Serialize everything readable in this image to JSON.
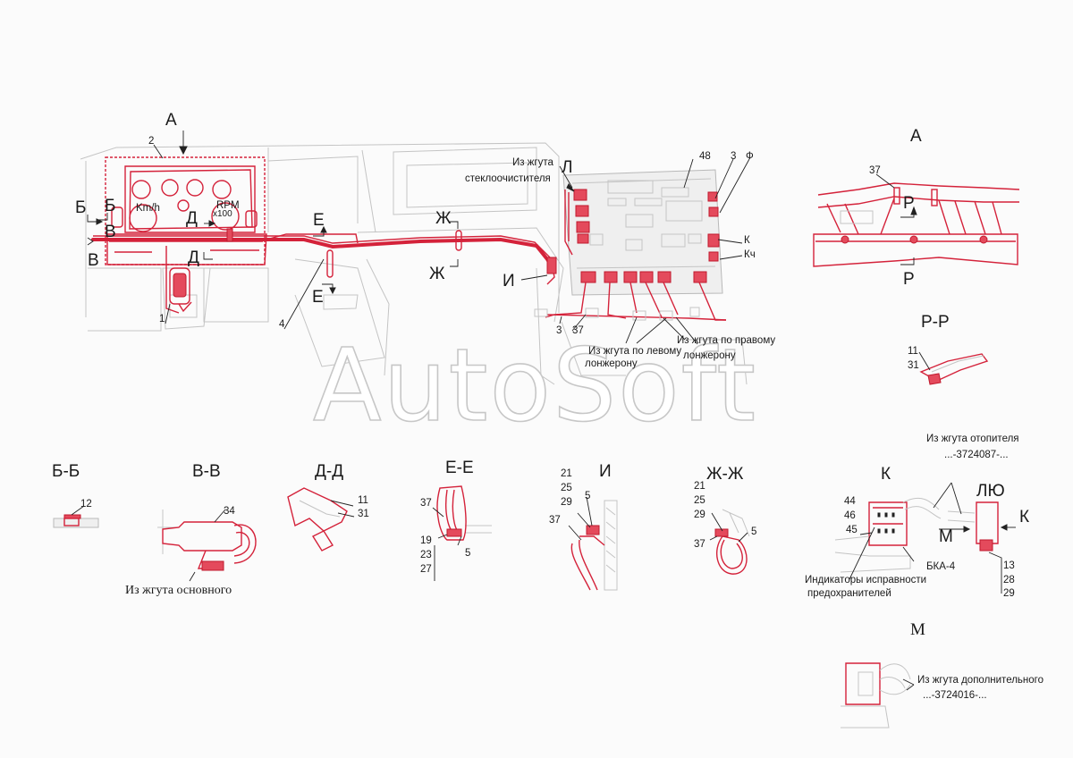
{
  "watermark": "AutoSoft",
  "labels": {
    "view_a_main": "А",
    "num_2": "2",
    "b_top1": "Б",
    "b_top2": "Б",
    "v_1": "В",
    "v_2": "В",
    "d_top": "Д",
    "d_bottom": "Д",
    "e_top": "Е",
    "e_bottom": "Е",
    "zh_top": "Ж",
    "zh_bottom": "Ж",
    "i_label": "И",
    "num_1": "1",
    "num_4": "4",
    "kmh": "Km/h",
    "rpm": "RPM",
    "x100": "x100",
    "from_wiper_1": "Из жгута",
    "from_wiper_2": "стеклоочистителя",
    "l_label": "Л",
    "num_48": "48",
    "num_3": "3",
    "f_label": "Ф",
    "k_label": "К",
    "kch_label": "Кч",
    "num_3b": "3",
    "num_37": "37",
    "left_spar_1": "Из жгута по левому",
    "left_spar_2": "лонжерону",
    "right_spar_1": "Из жгута по правому",
    "right_spar_2": "лонжерону",
    "view_a_right": "А",
    "a_37": "37",
    "p_top": "Р",
    "p_bottom": "Р",
    "rr_title": "Р-Р",
    "rr_11": "11",
    "rr_31": "31",
    "bb_title": "Б-Б",
    "bb_12": "12",
    "vv_title": "В-В",
    "vv_34": "34",
    "vv_from_main": "Из жгута основного",
    "dd_title": "Д-Д",
    "dd_11": "11",
    "dd_31": "31",
    "ee_title": "Е-Е",
    "ee_37": "37",
    "ee_19": "19",
    "ee_23": "23",
    "ee_27": "27",
    "ee_5": "5",
    "i_title": "И",
    "i_21": "21",
    "i_25": "25",
    "i_29": "29",
    "i_5": "5",
    "i_37": "37",
    "zhzh_title": "Ж-Ж",
    "zh_21": "21",
    "zh_25": "25",
    "zh_29": "29",
    "zh_37": "37",
    "zh_5": "5",
    "from_heater_1": "Из жгута отопителя",
    "from_heater_2": "...-3724087-...",
    "k_title": "К",
    "k_44": "44",
    "k_46": "46",
    "k_45": "45",
    "m_arrow": "М",
    "lyu": "ЛЮ",
    "k_arrow": "К",
    "bka": "БКА-4",
    "fuse_1": "Индикаторы исправности",
    "fuse_2": "предохранителей",
    "k_13": "13",
    "k_28": "28",
    "k_29": "29",
    "m_title": "М",
    "from_extra_1": "Из жгута дополнительного",
    "from_extra_2": "...-3724016-..."
  }
}
